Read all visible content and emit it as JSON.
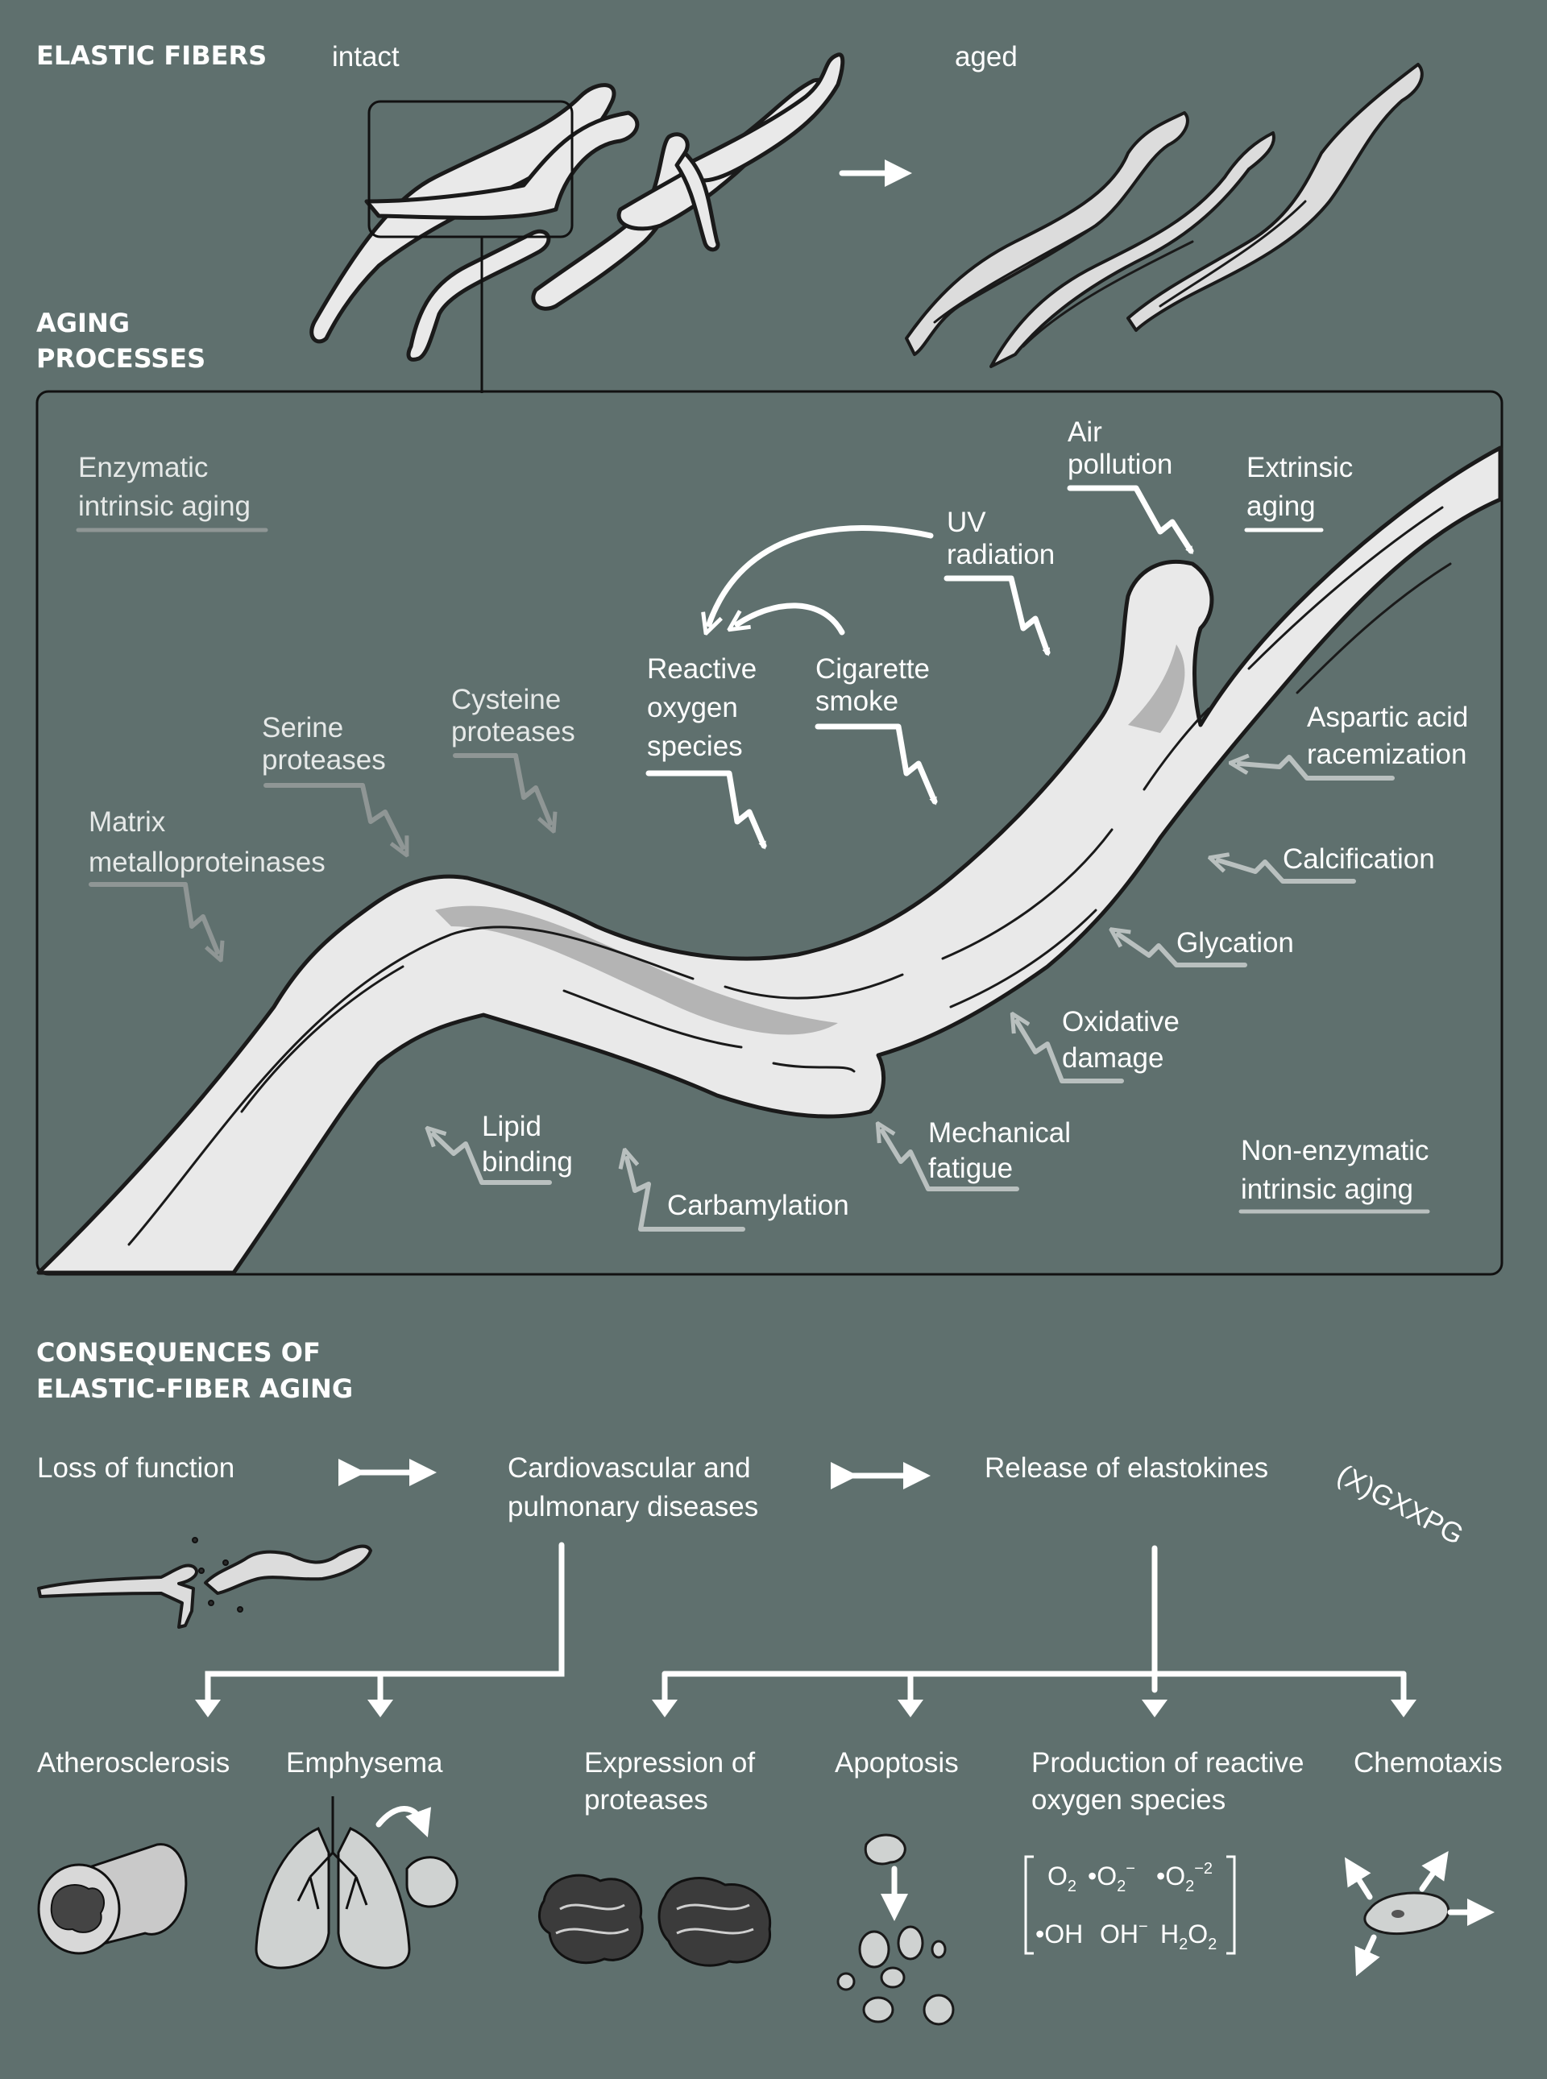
{
  "colors": {
    "background": "#5f706e",
    "fiber": "#dcdcdc",
    "arrow_primary": "#ffffff",
    "arrow_secondary": "#b9c0bf"
  },
  "top": {
    "heading": "ELASTIC FIBERS",
    "intact_label": "intact",
    "aged_label": "aged"
  },
  "aging": {
    "heading_line1": "AGING",
    "heading_line2": "PROCESSES",
    "enzymatic_line1": "Enzymatic",
    "enzymatic_line2": "intrinsic aging",
    "extrinsic_line1": "Extrinsic",
    "extrinsic_line2": "aging",
    "nonenzymatic_line1": "Non-enzymatic",
    "nonenzymatic_line2": "intrinsic aging",
    "factors": {
      "air_pollution_1": "Air",
      "air_pollution_2": "pollution",
      "uv_1": "UV",
      "uv_2": "radiation",
      "ros_1": "Reactive",
      "ros_2": "oxygen",
      "ros_3": "species",
      "smoke_1": "Cigarette",
      "smoke_2": "smoke",
      "cysteine_1": "Cysteine",
      "cysteine_2": "proteases",
      "serine_1": "Serine",
      "serine_2": "proteases",
      "mmp_1": "Matrix",
      "mmp_2": "metalloproteinases",
      "aspartic_1": "Aspartic acid",
      "aspartic_2": "racemization",
      "calcification": "Calcification",
      "glycation": "Glycation",
      "oxidative_1": "Oxidative",
      "oxidative_2": "damage",
      "mechanical_1": "Mechanical",
      "mechanical_2": "fatigue",
      "lipid_1": "Lipid",
      "lipid_2": "binding",
      "carbamylation": "Carbamylation"
    }
  },
  "consequences": {
    "heading_line1": "CONSEQUENCES OF",
    "heading_line2": "ELASTIC-FIBER AGING",
    "loss_of_function": "Loss of function",
    "cardio_1": "Cardiovascular and",
    "cardio_2": "pulmonary diseases",
    "elastokines": "Release of elastokines",
    "motif": "(X)GXXPG",
    "outcomes": {
      "atherosclerosis": "Atherosclerosis",
      "emphysema": "Emphysema",
      "expression_1": "Expression of",
      "expression_2": "proteases",
      "apoptosis": "Apoptosis",
      "production_1": "Production of reactive",
      "production_2": "oxygen species",
      "chemotaxis": "Chemotaxis"
    },
    "ros_species": {
      "o2": "O",
      "o2_sub": "2",
      "o2rad": "•O",
      "o2rad_sub": "2",
      "o2rad_sup": "−",
      "o2rad2": "•O",
      "o2rad2_sub": "2",
      "o2rad2_sup": "−2",
      "oh": "•OH",
      "ohminus": "OH",
      "ohminus_sup": "−",
      "h2o2_h": "H",
      "h2o2_sub1": "2",
      "h2o2_o": "O",
      "h2o2_sub2": "2"
    }
  },
  "icons": {
    "arrow": "right-arrow-icon",
    "double_arrow": "double-headed-arrow-icon",
    "lightning": "lightning-arrow-icon",
    "vessel": "blood-vessel-icon",
    "lungs": "lungs-icon",
    "proteases": "protease-icon",
    "apoptosis": "apoptotic-cell-icon",
    "chemotaxis": "migrating-cell-icon"
  }
}
